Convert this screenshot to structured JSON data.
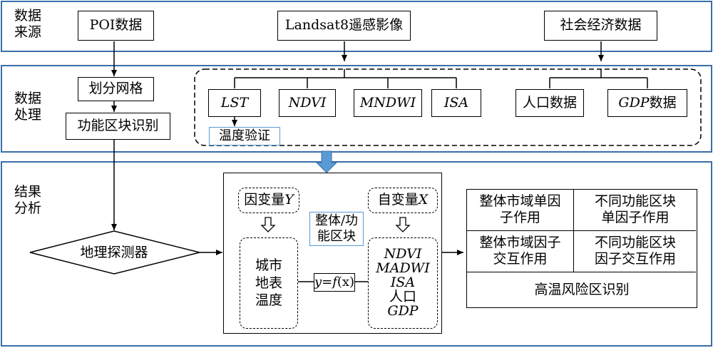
{
  "sections": {
    "source": "数据\n来源",
    "processing": "数据\n处理",
    "analysis": "结果\n分析"
  },
  "source_boxes": {
    "poi": "POI数据",
    "landsat": "Landsat8遥感影像",
    "socio": "社会经济数据"
  },
  "processing": {
    "grid": "划分网格",
    "function_zone": "功能区块识别",
    "lst": "LST",
    "ndvi": "NDVI",
    "mndwi": "MNDWI",
    "isa": "ISA",
    "population": "人口数据",
    "gdp_prefix": "GDP",
    "gdp_suffix": "数据",
    "temp_validation": "温度验证"
  },
  "analysis": {
    "geodetector": "地理探测器",
    "dep_var_prefix": "因变量",
    "dep_var_symbol": "Y",
    "indep_var_prefix": "自变量",
    "indep_var_symbol": "X",
    "scope": "整体/功\n能区块",
    "dependent_content": "城市\n地表\n温度",
    "formula_y": "y",
    "formula_eq": "=",
    "formula_f": "f",
    "formula_x": "(x)",
    "factors": [
      "NDVI",
      "MADWI",
      "ISA",
      "人口",
      "GDP"
    ],
    "factors_italic": [
      true,
      true,
      true,
      false,
      true
    ],
    "results": {
      "r1c1": "整体市域单因\n子作用",
      "r1c2": "不同功能区块\n单因子作用",
      "r2c1": "整体市域因子\n交互作用",
      "r2c2": "不同功能区块\n因子交互作用",
      "r3": "高温风险区识别"
    }
  },
  "colors": {
    "panel_border": "#3a6ea8",
    "transition_arrow": "#5b9bd5",
    "validation_border": "#5b9bd5"
  },
  "icons": {
    "transition_arrow": "down-arrow-icon",
    "hollow_arrow": "hollow-down-arrow-icon"
  }
}
